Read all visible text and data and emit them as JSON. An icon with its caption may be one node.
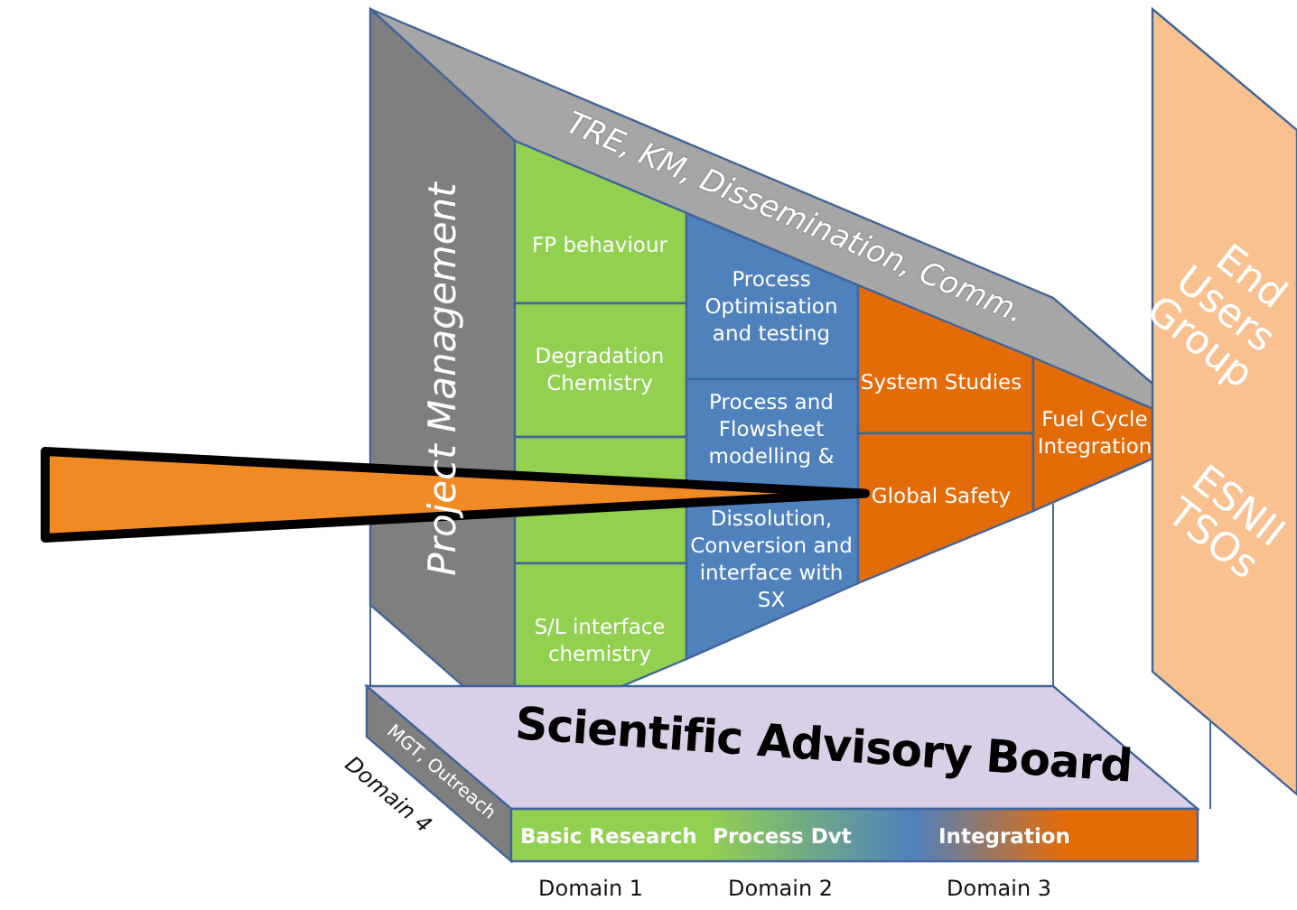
{
  "diagram": {
    "nodes": [
      {
        "text": [
          "TRE, KM, Dissemination, Comm."
        ]
      },
      {
        "text": [
          "Project Management"
        ]
      },
      {
        "text": [
          "FP behaviour"
        ]
      },
      {
        "text": [
          "Degradation Chemistry"
        ]
      },
      {
        "text": [],
        "shape": "box"
      },
      {
        "text": [
          "S/L interface chemistry"
        ]
      },
      {
        "text": [
          "Process Optimisation and testing"
        ]
      },
      {
        "text": [
          "Process and Flowsheet modelling &"
        ]
      },
      {
        "text": [
          "Dissolution, Conversion and interface with SX"
        ]
      },
      {
        "text": [
          "System Studies"
        ]
      },
      {
        "text": [
          "Global Safety"
        ]
      },
      {
        "text": [
          "Fuel Cycle Integration"
        ]
      },
      {
        "text": [
          "End Users Group",
          "ESNII TSOs"
        ]
      },
      {
        "text": [
          "Scientific Advisory Board"
        ]
      },
      {
        "text": [
          "MGT, Outreach"
        ],
        "beside": [
          "Domain 4"
        ]
      },
      {
        "text": [
          "Basic Research",
          "Process Dvt",
          "Integration"
        ],
        "beside": [
          "Domain 1",
          "Domain 2",
          "Domain 3"
        ]
      }
    ],
    "edges": [
      {
        "from": null,
        "to": 10,
        "arrow": "to",
        "style": "thick",
        "color": "#f08a24"
      }
    ]
  }
}
